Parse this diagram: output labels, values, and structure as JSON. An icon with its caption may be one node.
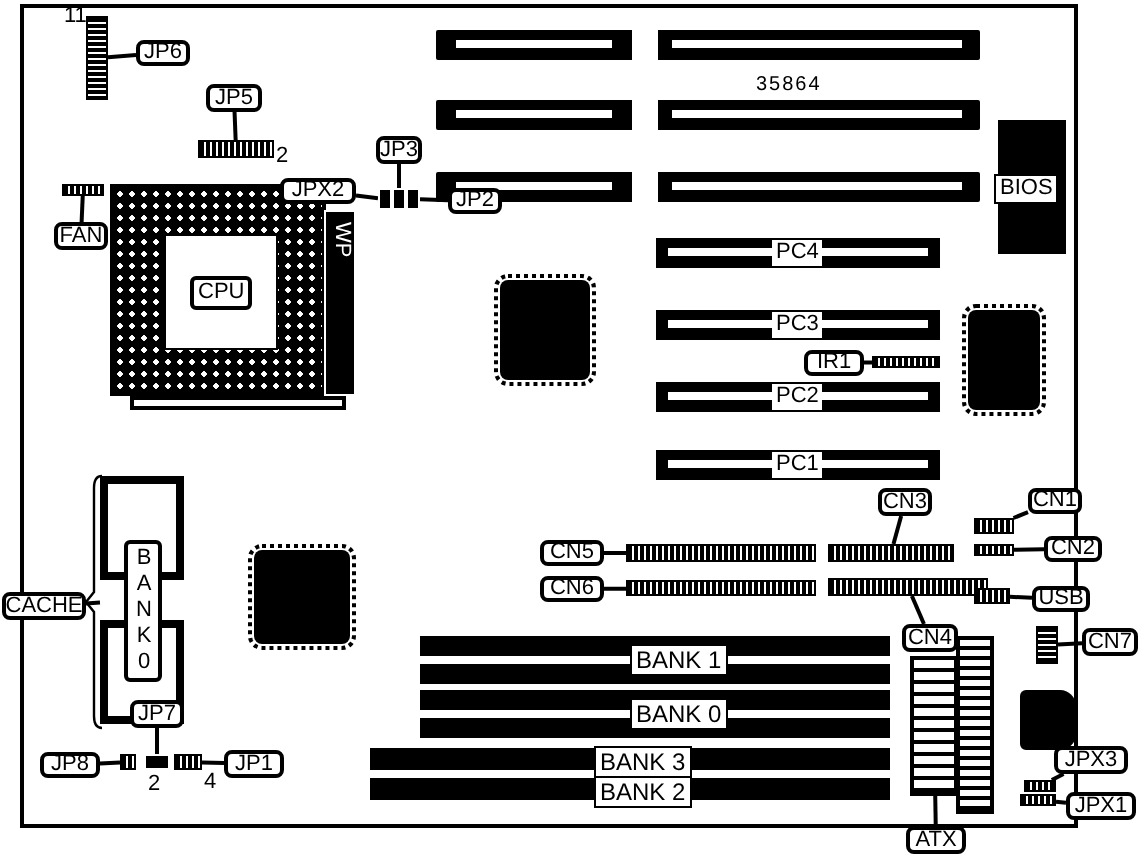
{
  "diagram": {
    "nodes": [
      {
        "text": [
          "JP6"
        ]
      },
      {
        "text": [],
        "shape": "box",
        "beside": [
          "11"
        ]
      },
      {
        "text": [
          "JP5"
        ]
      },
      {
        "text": [],
        "shape": "box",
        "beside": [
          "2"
        ]
      },
      {
        "text": [
          "FAN"
        ]
      },
      {
        "text": [],
        "shape": "box"
      },
      {
        "text": [
          "JPX2"
        ]
      },
      {
        "text": [],
        "shape": "box"
      },
      {
        "text": [
          "JP3"
        ]
      },
      {
        "text": [],
        "shape": "box"
      },
      {
        "text": [
          "JP2"
        ]
      },
      {
        "text": [],
        "shape": "box"
      },
      {
        "text": [
          "CPU"
        ]
      },
      {
        "text": [
          "WP"
        ]
      },
      {
        "text": [],
        "shape": "bar"
      },
      {
        "text": [],
        "shape": "bar"
      },
      {
        "text": [],
        "shape": "bar"
      },
      {
        "text": [
          "BIOS"
        ]
      },
      {
        "text": [
          "PC4"
        ]
      },
      {
        "text": [
          "PC3"
        ]
      },
      {
        "text": [
          "IR1"
        ]
      },
      {
        "text": [],
        "shape": "box"
      },
      {
        "text": [
          "PC2"
        ]
      },
      {
        "text": [
          "PC1"
        ]
      },
      {
        "text": [
          "CACHE"
        ]
      },
      {
        "text": [
          "BANK0"
        ]
      },
      {
        "text": [
          "JP7"
        ]
      },
      {
        "text": [],
        "shape": "box",
        "beside": [
          "2"
        ]
      },
      {
        "text": [
          "JP8"
        ]
      },
      {
        "text": [],
        "shape": "box"
      },
      {
        "text": [
          "JP1"
        ]
      },
      {
        "text": [],
        "shape": "box",
        "beside": [
          "4"
        ]
      },
      {
        "text": [
          "CN3"
        ]
      },
      {
        "text": [],
        "shape": "box"
      },
      {
        "text": [
          "CN1"
        ]
      },
      {
        "text": [],
        "shape": "box"
      },
      {
        "text": [
          "CN5"
        ]
      },
      {
        "text": [],
        "shape": "box"
      },
      {
        "text": [
          "CN2"
        ]
      },
      {
        "text": [],
        "shape": "box"
      },
      {
        "text": [
          "CN6"
        ]
      },
      {
        "text": [],
        "shape": "box"
      },
      {
        "text": [
          "CN4"
        ]
      },
      {
        "text": [],
        "shape": "box"
      },
      {
        "text": [
          "USB"
        ]
      },
      {
        "text": [],
        "shape": "box"
      },
      {
        "text": [
          "CN7"
        ]
      },
      {
        "text": [],
        "shape": "box"
      },
      {
        "text": [
          "BANK 1"
        ]
      },
      {
        "text": [
          "BANK 0"
        ]
      },
      {
        "text": [
          "BANK 3"
        ]
      },
      {
        "text": [
          "BANK 2"
        ]
      },
      {
        "text": [
          "JPX3"
        ]
      },
      {
        "text": [],
        "shape": "box"
      },
      {
        "text": [
          "JPX1"
        ]
      },
      {
        "text": [],
        "shape": "box"
      },
      {
        "text": [
          "ATX"
        ]
      },
      {
        "text": [],
        "shape": "box"
      }
    ],
    "edges": [
      {
        "from": 0,
        "to": 1,
        "arrow": "none"
      },
      {
        "from": 2,
        "to": 3,
        "arrow": "none"
      },
      {
        "from": 4,
        "to": 5,
        "arrow": "none"
      },
      {
        "from": 6,
        "to": 7,
        "arrow": "none"
      },
      {
        "from": 8,
        "to": 9,
        "arrow": "none"
      },
      {
        "from": 10,
        "to": 11,
        "arrow": "none"
      },
      {
        "from": 20,
        "to": 21,
        "arrow": "none"
      },
      {
        "from": 24,
        "to": 25,
        "arrow": "none"
      },
      {
        "from": 26,
        "to": 27,
        "arrow": "none"
      },
      {
        "from": 28,
        "to": 29,
        "arrow": "none"
      },
      {
        "from": 30,
        "to": 31,
        "arrow": "none"
      },
      {
        "from": 32,
        "to": 33,
        "arrow": "none"
      },
      {
        "from": 34,
        "to": 35,
        "arrow": "none"
      },
      {
        "from": 36,
        "to": 37,
        "arrow": "none"
      },
      {
        "from": 38,
        "to": 39,
        "arrow": "none"
      },
      {
        "from": 40,
        "to": 41,
        "arrow": "none"
      },
      {
        "from": 42,
        "to": 43,
        "arrow": "none"
      },
      {
        "from": 44,
        "to": 45,
        "arrow": "none"
      },
      {
        "from": 46,
        "to": 47,
        "arrow": "none"
      },
      {
        "from": 52,
        "to": 53,
        "arrow": "none"
      },
      {
        "from": 54,
        "to": 55,
        "arrow": "none"
      },
      {
        "from": 56,
        "to": 57,
        "arrow": "none"
      }
    ],
    "labels": [
      "35864"
    ]
  }
}
